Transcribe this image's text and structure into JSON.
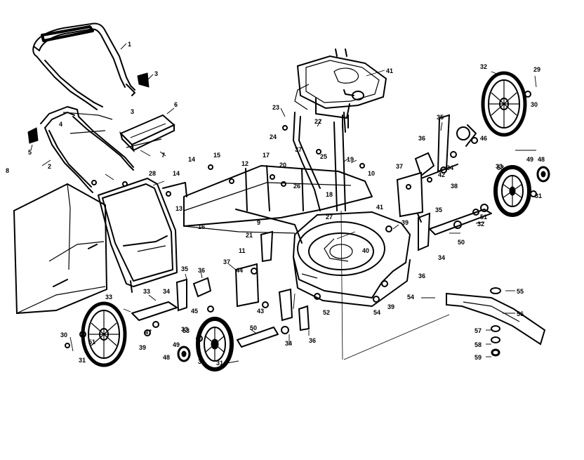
{
  "callouts": [
    {
      "n": "1"
    },
    {
      "n": "2"
    },
    {
      "n": "3"
    },
    {
      "n": "3"
    },
    {
      "n": "5"
    },
    {
      "n": "4"
    },
    {
      "n": "6"
    },
    {
      "n": "7"
    },
    {
      "n": "8"
    },
    {
      "n": "9"
    },
    {
      "n": "10"
    },
    {
      "n": "11"
    },
    {
      "n": "12"
    },
    {
      "n": "13"
    },
    {
      "n": "14"
    },
    {
      "n": "14"
    },
    {
      "n": "15"
    },
    {
      "n": "16"
    },
    {
      "n": "17"
    },
    {
      "n": "18"
    },
    {
      "n": "19"
    },
    {
      "n": "20"
    },
    {
      "n": "21"
    },
    {
      "n": "22"
    },
    {
      "n": "23"
    },
    {
      "n": "24"
    },
    {
      "n": "25"
    },
    {
      "n": "26"
    },
    {
      "n": "27"
    },
    {
      "n": "28"
    },
    {
      "n": "29"
    },
    {
      "n": "30"
    },
    {
      "n": "30"
    },
    {
      "n": "31"
    },
    {
      "n": "31"
    },
    {
      "n": "31"
    },
    {
      "n": "31"
    },
    {
      "n": "32"
    },
    {
      "n": "32"
    },
    {
      "n": "33"
    },
    {
      "n": "33"
    },
    {
      "n": "33"
    },
    {
      "n": "33"
    },
    {
      "n": "34"
    },
    {
      "n": "34"
    },
    {
      "n": "34"
    },
    {
      "n": "34"
    },
    {
      "n": "35"
    },
    {
      "n": "35"
    },
    {
      "n": "35"
    },
    {
      "n": "36"
    },
    {
      "n": "36"
    },
    {
      "n": "36"
    },
    {
      "n": "36"
    },
    {
      "n": "37"
    },
    {
      "n": "37"
    },
    {
      "n": "37"
    },
    {
      "n": "38"
    },
    {
      "n": "39"
    },
    {
      "n": "39"
    },
    {
      "n": "39"
    },
    {
      "n": "40"
    },
    {
      "n": "41"
    },
    {
      "n": "41"
    },
    {
      "n": "42"
    },
    {
      "n": "43"
    },
    {
      "n": "44"
    },
    {
      "n": "45"
    },
    {
      "n": "46"
    },
    {
      "n": "47"
    },
    {
      "n": "48"
    },
    {
      "n": "48"
    },
    {
      "n": "49"
    },
    {
      "n": "49"
    },
    {
      "n": "50"
    },
    {
      "n": "50"
    },
    {
      "n": "51"
    },
    {
      "n": "51"
    },
    {
      "n": "52"
    },
    {
      "n": "53"
    },
    {
      "n": "53"
    },
    {
      "n": "54"
    },
    {
      "n": "54"
    },
    {
      "n": "55"
    },
    {
      "n": "56"
    },
    {
      "n": "57"
    },
    {
      "n": "58"
    },
    {
      "n": "59"
    }
  ],
  "colors": {
    "ink": "#000000",
    "paper": "#ffffff"
  }
}
